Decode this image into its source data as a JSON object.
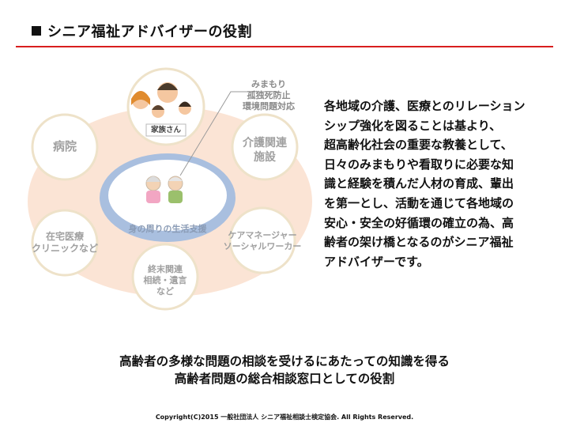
{
  "header": {
    "title": "シニア福祉アドバイザーの役割"
  },
  "diagram": {
    "family_label": "家族さん",
    "mimamori": {
      "title": "みまもり",
      "line1": "孤独死防止",
      "line2": "環境問題対応"
    },
    "inner_label": "身の周りの生活支援",
    "nodes": {
      "hospital": "病院",
      "care_facility_1": "介護関連",
      "care_facility_2": "施設",
      "home_care_1": "在宅医療",
      "home_care_2": "クリニックなど",
      "care_manager_1": "ケアマネージャー",
      "care_manager_2": "ソーシャルワーカー",
      "end_of_life_1": "終末関連",
      "end_of_life_2": "相続・遺言",
      "end_of_life_3": "など"
    },
    "colors": {
      "ring": "#fbe4d5",
      "inner": "#a9bfdf",
      "bubble_border": "#eee2c9",
      "bubble_text": "#a0a0a0"
    }
  },
  "body": {
    "lines": [
      "各地域の介護、医療とのリレーション",
      "シップ強化を図ることは基より、",
      "超高齢化社会の重要な教養として、",
      "日々のみまもりや看取りに必要な知",
      "識と経験を積んだ人材の育成、輩出",
      "を第一とし、活動を通じて各地域の",
      "安心・安全の好循環の確立の為、高",
      "齢者の架け橋となるのがシニア福祉",
      "アドバイザーです。"
    ]
  },
  "footer": {
    "line1": "高齢者の多様な問題の相談を受けるにあたっての知識を得る",
    "line2": "高齢者問題の総合相談窓口としての役割",
    "copyright": "Copyright(C)2015 一般社団法人 シニア福祉相談士検定協会. All Rights Reserved."
  }
}
